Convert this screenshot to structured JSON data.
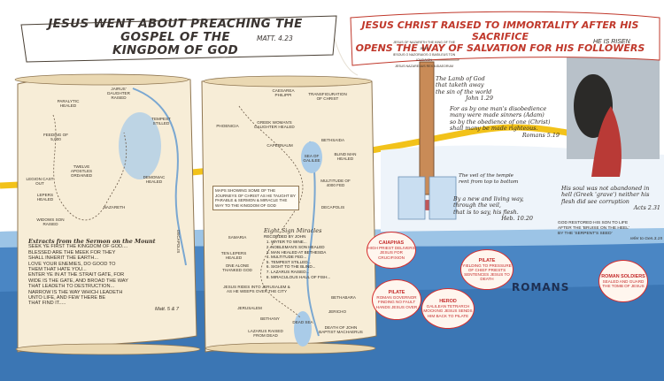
{
  "left_title": {
    "line1": "JESUS WENT ABOUT PREACHING THE GOSPEL OF THE",
    "line2": "KINGDOM OF GOD",
    "ref": "MATT. 4.23"
  },
  "right_title": {
    "line1": "JESUS CHRIST RAISED TO IMMORTALITY AFTER HIS SACRIFICE",
    "line2": "OPENS THE WAY OF SALVATION FOR HIS FOLLOWERS"
  },
  "scroll1": {
    "labels": [
      "PARALYTIC HEALED",
      "JAIRUS' DAUGHTER RAISED",
      "FEEDING OF 5,000",
      "TEMPEST STILLED",
      "TWELVE APOSTLES ORDAINED",
      "LEGION CAST OUT",
      "DEMONIAC HEALED",
      "LEPERS HEALED",
      "NAZARETH",
      "WIDOWS SON RAISED"
    ],
    "sermon_title": "Extracts from the Sermon on the Mount",
    "sermon": [
      "SEEK YE FIRST THE KINGDOM OF GOD....",
      "BLESSED ARE THE MEEK FOR THEY",
      "SHALL INHERIT THE EARTH...",
      "LOVE YOUR ENEMIES, DO GOOD TO",
      "THEM THAT HATE YOU...",
      "ENTER YE IN AT THE STRAIT GATE, FOR",
      "WIDE IS THE GATE, AND BROAD THE WAY",
      "THAT LEADETH TO DESTRUCTION...",
      "NARROW IS THE WAY WHICH LEADETH",
      "UNTO LIFE, AND FEW THERE BE",
      "THAT FIND IT....."
    ],
    "sermon_ref": "Matt. 5 & 7",
    "side_label": "DECAPOLIS"
  },
  "maps_note": "MAPS SHOWING SOME OF THE JOURNEYS OF CHRIST AS HE TAUGHT BY PARABLE & SERMON & MIRACLE THE WAY TO THE KINGDOM OF GOD",
  "scroll2": {
    "labels": [
      "CAESAREA PHILIPPI",
      "TRANSFIGURATION OF CHRIST",
      "PHOENICIA",
      "GREEK WOMAN'S DAUGHTER HEALED",
      "CAPERNAUM",
      "BETHSAIDA",
      "BLIND MAN HEALED",
      "SEA OF GALILEE",
      "MULTITUDE OF 4000 FED",
      "DECAPOLIS",
      "SAMARIA",
      "TEN LEPERS HEALED",
      "ONE ALONE THANKED GOD",
      "JERUSALEM",
      "BETHANY",
      "LAZARUS RAISED FROM DEAD",
      "BETHABARA",
      "JERICHO",
      "DEAD SEA",
      "DEATH OF JOHN BAPTIST MACHAERUS",
      "JESUS RIDES INTO JERUSALEM & AS HE WEEPS OVER THE CITY"
    ],
    "signs_title": "Eight Sign Miracles",
    "signs_sub": "RECORDED BY JOHN",
    "signs": [
      "WATER TO WINE...",
      "NOBLEMAN'S SON HEALED",
      "MAN HEALED AT BETHESDA",
      "MULTITUDE FED...",
      "TEMPEST STILLED...",
      "SIGHT TO THE BLIND...",
      "LAZARUS RAISED...",
      "MIRACULOUS HAUL OF FISH..."
    ]
  },
  "inscription": [
    "JESUS OF NAZARETH THE KING OF THE JEWS",
    "IESOUS O NAZORAIOS O BASILEUS TON IOUDAION",
    "JESUS NAZARENUS REX IUDAEORUM"
  ],
  "quotes": {
    "lamb": [
      "The Lamb of God",
      "that taketh away",
      "the sin of the world"
    ],
    "lamb_ref": "John 1.29",
    "romans": [
      "For as by one man's disobedience",
      "many were made sinners (Adam)",
      "so by the obedience of one (Christ)",
      "shall many be made righteous."
    ],
    "romans_ref": "Romans 5.19",
    "veil": [
      "The veil of the temple",
      "rent from top to bottom"
    ],
    "newway": [
      "By a new and living way,",
      "through the veil,",
      "that is to say, his flesh."
    ],
    "newway_ref": "Heb. 10.20",
    "risen": "HE IS RISEN",
    "soul": [
      "His soul was not abandoned in",
      "hell (Greek 'grave') neither his",
      "flesh did see corruption"
    ],
    "soul_ref": "Acts 2.31",
    "god_raised": [
      "GOD RESTORED HIS SON TO LIFE",
      "AFTER THE 'BRUISE ON THE HEEL'",
      "BY THE 'SERPENT'S SEED'"
    ],
    "god_raised_ref": "refer to Gen.3.15"
  },
  "ovals": [
    {
      "title": "CAIAPHAS",
      "text": "HIGH PRIEST DELIVERS JESUS FOR CRUCIFIXION"
    },
    {
      "title": "PILATE",
      "text": "ROMAN GOVERNOR FINDING NO FAULT HANDS JESUS OVER"
    },
    {
      "title": "HEROD",
      "text": "GALILEAN TETRARCH MOCKING JESUS SENDS HIM BACK TO PILATE"
    },
    {
      "title": "PILATE",
      "text": "YIELDING TO PRESSURE OF CHIEF PRIESTS SENTENCES JESUS TO DEATH"
    },
    {
      "title": "ROMAN SOLDIERS",
      "text": "SEALED AND GUARD THE TOMB OF JESUS"
    }
  ],
  "romans_label": "ROMANS",
  "colors": {
    "sea": "#3e78b8",
    "sea_light": "#8fb8de",
    "road": "#f2c21a",
    "scroll": "#f7edd7",
    "red": "#d62d2d"
  }
}
